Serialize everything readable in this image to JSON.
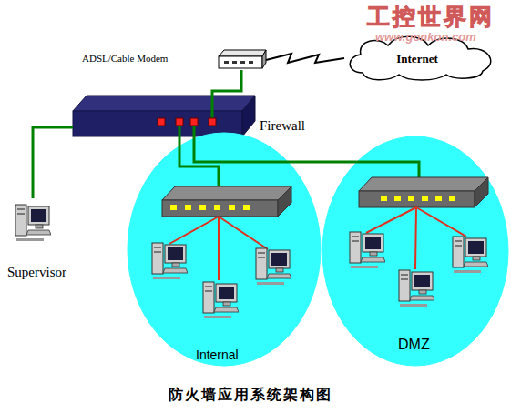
{
  "diagram": {
    "caption": "防火墙应用系统架构图",
    "nodes": [
      {
        "text": [
          "ADSL/Cable Modem"
        ]
      },
      {
        "text": [
          "Internet"
        ]
      },
      {
        "text": [
          "Firewall"
        ]
      },
      {
        "text": [
          "Supervisor"
        ]
      },
      {
        "text": [
          "Internal"
        ]
      },
      {
        "text": [
          "DMZ"
        ]
      }
    ],
    "edges": [
      {
        "from": 2,
        "to": 0,
        "arrow": "none"
      },
      {
        "from": 0,
        "to": 1,
        "arrow": "none"
      },
      {
        "from": 2,
        "to": 3,
        "arrow": "none"
      },
      {
        "from": 2,
        "to": 4,
        "arrow": "none"
      },
      {
        "from": 2,
        "to": 5,
        "arrow": "none"
      }
    ],
    "labels": [
      "工控世界网",
      "www.gonkon.com"
    ]
  }
}
